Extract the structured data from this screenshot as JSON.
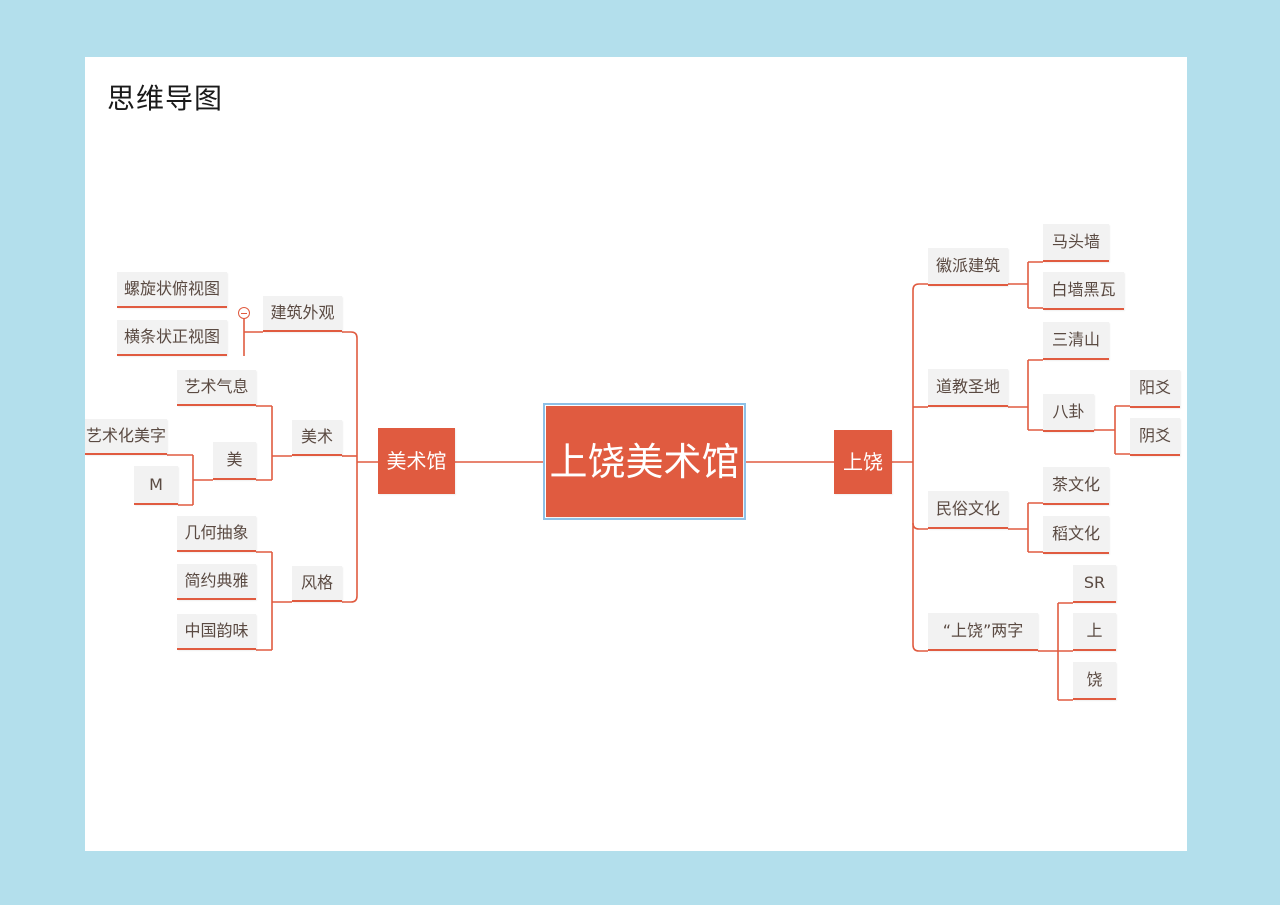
{
  "page": {
    "title": "思维导图"
  },
  "colors": {
    "background": "#b3dfec",
    "card": "#ffffff",
    "accent": "#e05b40",
    "node_fill": "#f2f2f2",
    "node_text": "#5a4a42",
    "selection": "#8ec0e6"
  },
  "mindmap": {
    "root": "上饶美术馆",
    "left_branch": {
      "label": "美术馆",
      "children": [
        {
          "label": "建筑外观",
          "children": [
            "螺旋状俯视图",
            "横条状正视图"
          ]
        },
        {
          "label": "美术",
          "children": [
            "艺术气息",
            {
              "label": "美",
              "children": [
                "艺术化美字",
                "M"
              ]
            }
          ]
        },
        {
          "label": "风格",
          "children": [
            "几何抽象",
            "简约典雅",
            "中国韵味"
          ]
        }
      ]
    },
    "right_branch": {
      "label": "上饶",
      "children": [
        {
          "label": "徽派建筑",
          "children": [
            "马头墙",
            "白墙黑瓦"
          ]
        },
        {
          "label": "道教圣地",
          "children": [
            "三清山",
            {
              "label": "八卦",
              "children": [
                "阳爻",
                "阴爻"
              ]
            }
          ]
        },
        {
          "label": "民俗文化",
          "children": [
            "茶文化",
            "稻文化"
          ]
        },
        {
          "label": "“上饶”两字",
          "children": [
            "SR",
            "上",
            "饶"
          ]
        }
      ]
    }
  }
}
